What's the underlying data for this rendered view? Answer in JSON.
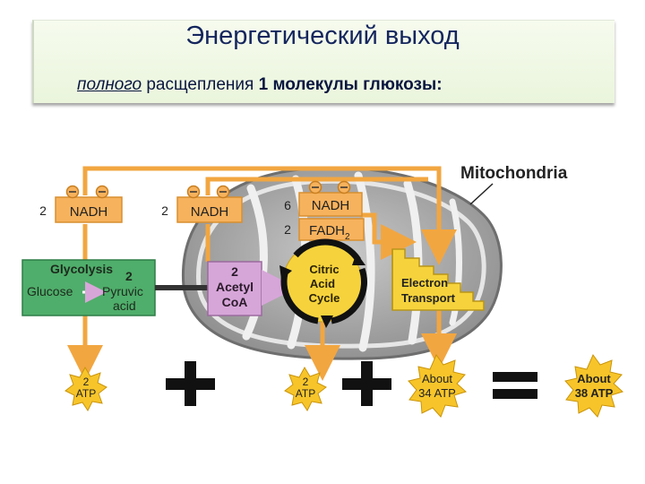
{
  "title": {
    "line1": "Энергетический  выход",
    "line2_underlined": "полного",
    "line2_rest": "расщепления",
    "line2_bold": "1 молекулы глюкозы:"
  },
  "labels": {
    "mitochondria": "Mitochondria",
    "nadh": "NADH",
    "fadh": "FADH",
    "fadh_subscript": "2",
    "glycolysis": "Glycolysis",
    "glycolysis_count": "2",
    "glucose": "Glucose",
    "pyruvic": "Pyruvic",
    "acid": "acid",
    "acetyl_count": "2",
    "acetyl": "Acetyl",
    "coa": "CoA",
    "citric": "Citric",
    "acid2": "Acid",
    "cycle": "Cycle",
    "electron": "Electron",
    "transport": "Transport",
    "atp": "ATP",
    "about": "About",
    "atp34": "34 ATP",
    "atp38": "38 ATP"
  },
  "counts": {
    "nadh1": "2",
    "nadh2": "2",
    "nadh3": "6",
    "fadh": "2",
    "atp_glycolysis": "2",
    "atp_krebs": "2"
  },
  "operators": {
    "plus": "+",
    "equals": "="
  },
  "colors": {
    "orange": "#f2a640",
    "orange_box": "#f7b25d",
    "green_box": "#4fae6b",
    "purple_box": "#d7a6d9",
    "yellow_box": "#f6d33c",
    "star": "#f7c52a",
    "title_text": "#14265e"
  }
}
